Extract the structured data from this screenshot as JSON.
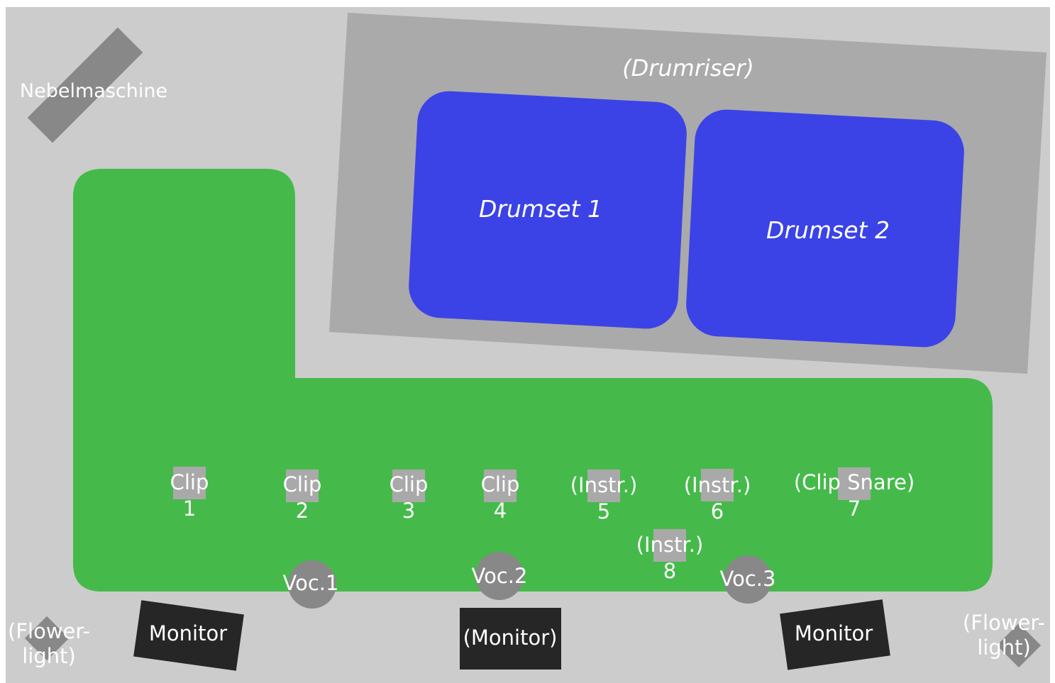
{
  "drumriser": {
    "label": "(Drumriser)"
  },
  "drumsets": [
    {
      "label": "Drumset 1"
    },
    {
      "label": "Drumset 2"
    }
  ],
  "fog_machine": {
    "label": "Nebelmaschine"
  },
  "mic_stands": [
    {
      "line1": "Clip",
      "line2": "1"
    },
    {
      "line1": "Clip",
      "line2": "2"
    },
    {
      "line1": "Clip",
      "line2": "3"
    },
    {
      "line1": "Clip",
      "line2": "4"
    },
    {
      "line1": "(Instr.)",
      "line2": "5"
    },
    {
      "line1": "(Instr.)",
      "line2": "6"
    },
    {
      "line1": "(Clip Snare)",
      "line2": "7"
    },
    {
      "line1": "(Instr.)",
      "line2": "8"
    }
  ],
  "vocals": [
    {
      "label": "Voc.1"
    },
    {
      "label": "Voc.2"
    },
    {
      "label": "Voc.3"
    }
  ],
  "monitors": [
    {
      "label": "Monitor"
    },
    {
      "label": "(Monitor)"
    },
    {
      "label": "Monitor"
    }
  ],
  "flowerlights": [
    {
      "line1": "(Flower-",
      "line2": "light)"
    },
    {
      "line1": "(Flower-",
      "line2": "light)"
    }
  ],
  "colors": {
    "stage": "#cccccc",
    "riser": "#aaaaaa",
    "drumset": "#3b43e6",
    "band_area": "#45ba4a",
    "device": "#888888",
    "monitor": "#262626",
    "text": "#ffffff"
  }
}
